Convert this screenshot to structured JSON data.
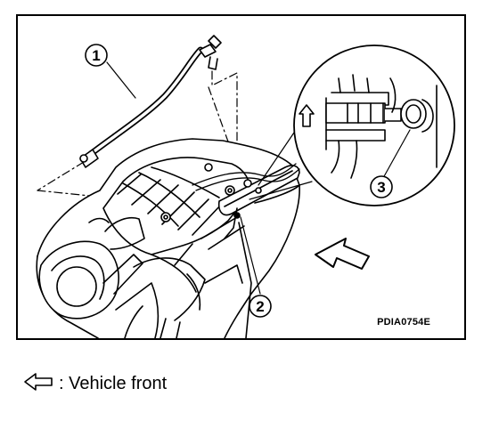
{
  "figure": {
    "code": "PDIA0754E",
    "callouts": [
      "1",
      "2",
      "3"
    ]
  },
  "legend": {
    "arrow_icon": "front-arrow-icon",
    "text": ": Vehicle front"
  },
  "colors": {
    "line": "#000000",
    "background": "#ffffff"
  }
}
